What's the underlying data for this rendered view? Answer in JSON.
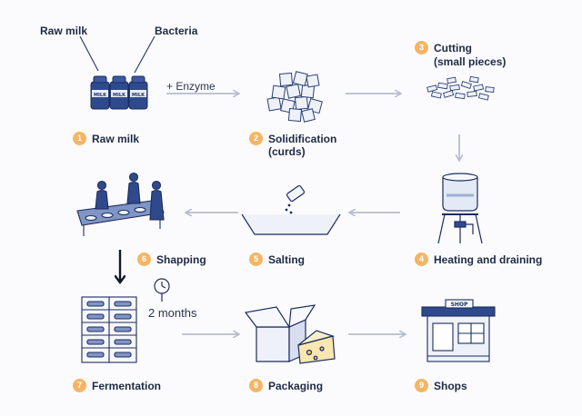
{
  "inputs": {
    "raw_milk": "Raw milk",
    "bacteria": "Bacteria",
    "enzyme": "+ Enzyme",
    "duration": "2 months"
  },
  "packaging_text": {
    "milk_label": "MILK",
    "shop_sign": "SHOP"
  },
  "steps": [
    {
      "num": "1",
      "label": "Raw milk"
    },
    {
      "num": "2",
      "label": "Solidification",
      "label2": "(curds)"
    },
    {
      "num": "3",
      "label": "Cutting",
      "label2": "(small pieces)"
    },
    {
      "num": "4",
      "label": "Heating and draining"
    },
    {
      "num": "5",
      "label": "Salting"
    },
    {
      "num": "6",
      "label": "Shapping"
    },
    {
      "num": "7",
      "label": "Fermentation"
    },
    {
      "num": "8",
      "label": "Packaging"
    },
    {
      "num": "9",
      "label": "Shops"
    }
  ],
  "colors": {
    "badge": "#f4b566",
    "ink": "#1f2a44",
    "arrow_light": "#b6bccb",
    "arrow_dark": "#111827",
    "sketch": "#2b3f74"
  }
}
